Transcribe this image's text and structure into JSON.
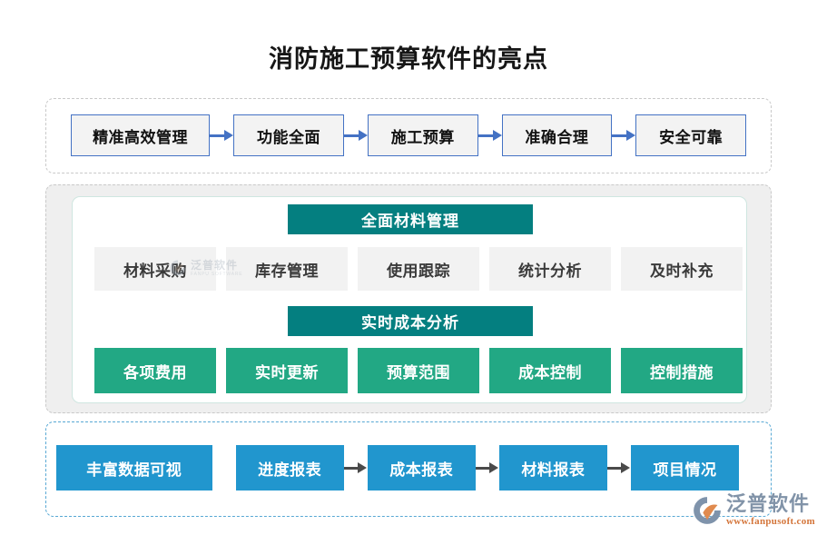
{
  "page": {
    "title": "消防施工预算软件的亮点",
    "background": "#ffffff"
  },
  "colors": {
    "title_text": "#161616",
    "outline_border": "#4472c4",
    "outline_fill": "#f3f3f3",
    "teal_header": "#047f80",
    "gray_node": "#f2f2f2",
    "green_node": "#22a884",
    "blue_node": "#2196ce",
    "dashed_gray": "#c9c9c9",
    "dashed_blue": "#57a8d4",
    "mid_panel_fill": "#efefef",
    "inner_panel_border": "#cfe6e0",
    "arrow_blue": "#4472c4",
    "arrow_gray": "#4a4a4a"
  },
  "top_flow": {
    "nodes": [
      {
        "label": "精准高效管理",
        "width": "wide"
      },
      {
        "label": "功能全面",
        "width": "norm"
      },
      {
        "label": "施工预算",
        "width": "norm"
      },
      {
        "label": "准确合理",
        "width": "norm"
      },
      {
        "label": "安全可靠",
        "width": "norm"
      }
    ],
    "arrow_icon": "arrow-right-icon",
    "arrow_color": "#4472c4"
  },
  "middle": {
    "material": {
      "header": "全面材料管理",
      "items": [
        {
          "label": "材料采购"
        },
        {
          "label": "库存管理"
        },
        {
          "label": "使用跟踪"
        },
        {
          "label": "统计分析"
        },
        {
          "label": "及时补充"
        }
      ]
    },
    "cost": {
      "header": "实时成本分析",
      "items": [
        {
          "label": "各项费用"
        },
        {
          "label": "实时更新"
        },
        {
          "label": "预算范围"
        },
        {
          "label": "成本控制"
        },
        {
          "label": "控制措施"
        }
      ]
    }
  },
  "bottom_flow": {
    "nodes": [
      {
        "label": "丰富数据可视",
        "width": "wide",
        "arrow_after": false
      },
      {
        "label": "进度报表",
        "width": "norm",
        "arrow_after": true
      },
      {
        "label": "成本报表",
        "width": "norm",
        "arrow_after": true
      },
      {
        "label": "材料报表",
        "width": "norm",
        "arrow_after": true
      },
      {
        "label": "项目情况",
        "width": "norm",
        "arrow_after": false
      }
    ],
    "arrow_icon": "arrow-right-icon",
    "arrow_color": "#4a4a4a"
  },
  "watermark": {
    "name": "泛普软件",
    "subtitle": "FANPU SOFTWARE"
  },
  "brand": {
    "name": "泛普软件",
    "url": "www.fanpusoft.com",
    "mark_icon": "fanpu-swoosh-logo-icon"
  }
}
